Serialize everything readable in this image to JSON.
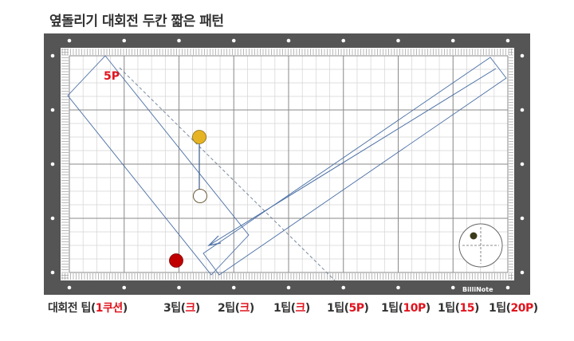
{
  "title": "옆돌리기 대회전 두칸 짧은 패턴",
  "diagram_label": "5P",
  "watermark": "BilliNote",
  "tip_labels": [
    {
      "prefix": "대회전 팁(",
      "highlight": "1쿠션",
      "suffix": ")"
    },
    {
      "prefix": "3팁(",
      "highlight": "크",
      "suffix": ")"
    },
    {
      "prefix": "2팁(",
      "highlight": "크",
      "suffix": ")"
    },
    {
      "prefix": "1팁(",
      "highlight": "크",
      "suffix": ")"
    },
    {
      "prefix": "1팁(",
      "highlight": "5P",
      "suffix": ")"
    },
    {
      "prefix": "1팁(",
      "highlight": "10P",
      "suffix": ")"
    },
    {
      "prefix": "1팁(",
      "highlight": "15",
      "suffix": ")"
    },
    {
      "prefix": "1팁(",
      "highlight": "20P",
      "suffix": ")"
    }
  ],
  "colors": {
    "rail": "#555555",
    "cloth": "#ffffff",
    "grid": "#c8c8c8",
    "grid_major": "#8a8a8a",
    "path": "#4a6fa5",
    "yellow_ball": "#e6b422",
    "white_ball": "#ffffff",
    "red_ball": "#c00000",
    "accent_red": "#e0141e"
  },
  "balls": [
    "yellow-ball",
    "white-ball",
    "red-ball"
  ]
}
